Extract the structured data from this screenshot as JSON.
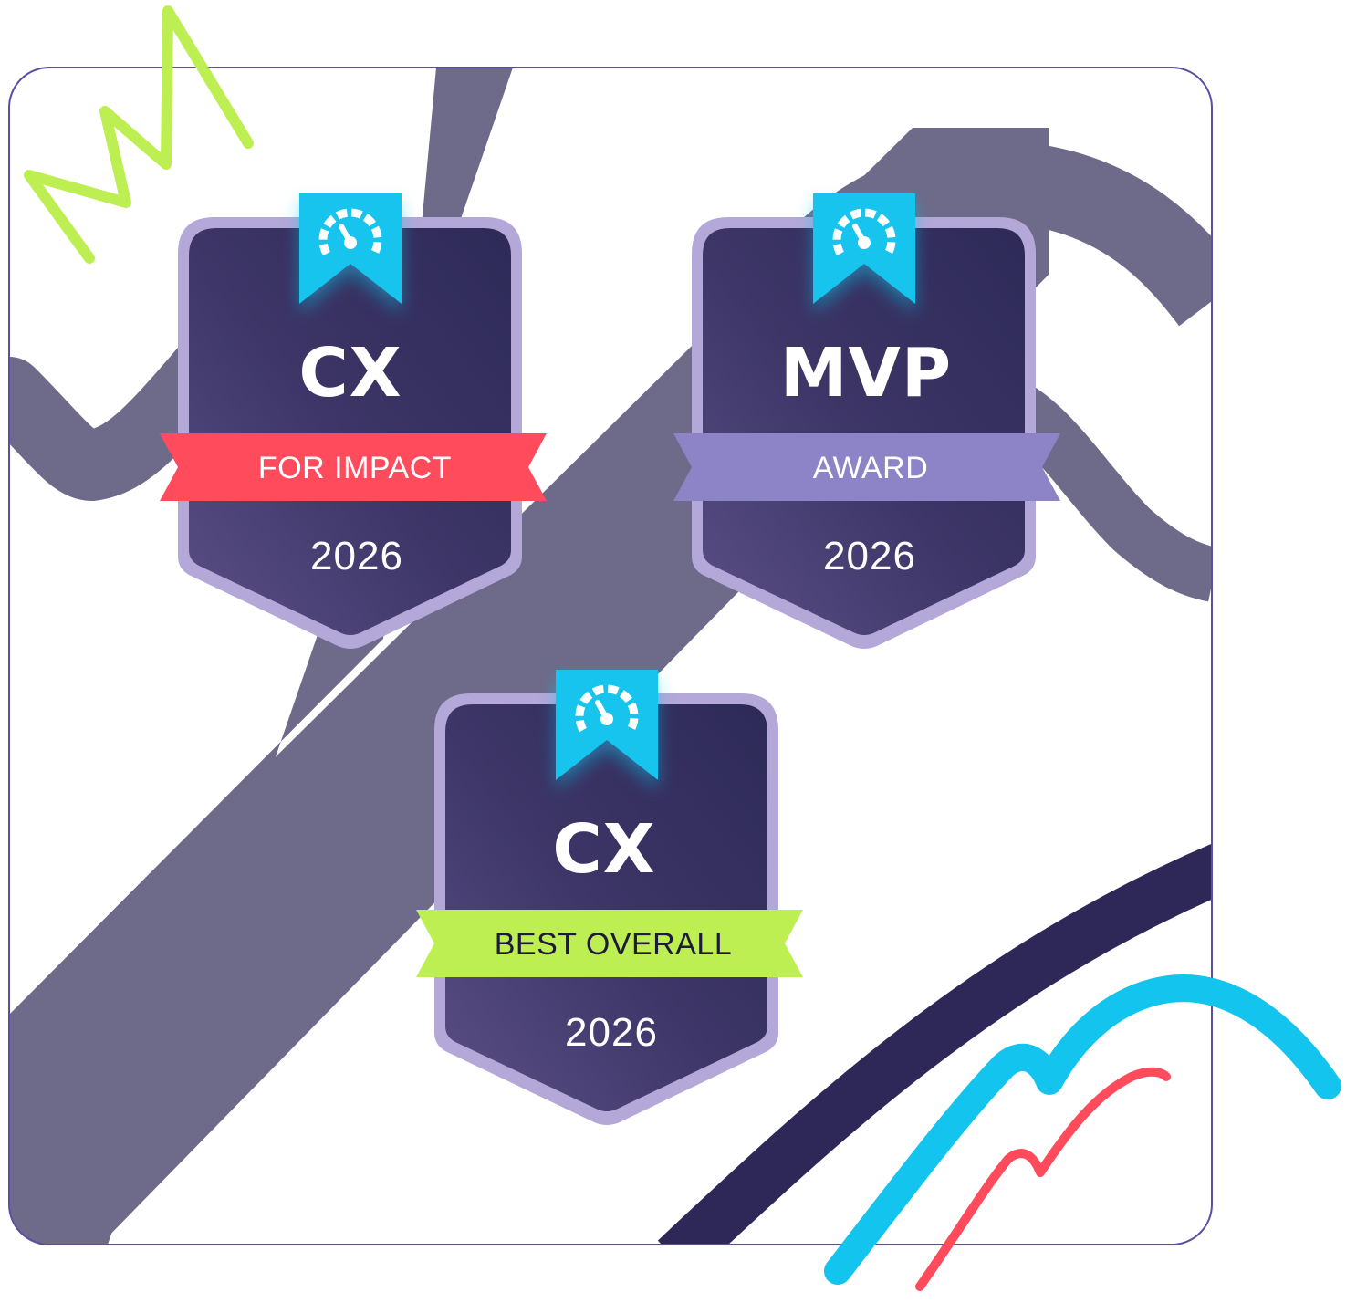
{
  "badges": [
    {
      "title": "CX",
      "ribbon": "FOR IMPACT",
      "year": "2026"
    },
    {
      "title": "MVP",
      "ribbon": "AWARD",
      "year": "2026"
    },
    {
      "title": "CX",
      "ribbon": "BEST OVERALL",
      "year": "2026"
    }
  ],
  "ribbon_colors": [
    "#FF4B5C",
    "#8C84C6",
    "#BDEE52"
  ],
  "ribbon_text_colors": [
    "#FFFFFF",
    "#FFFFFF",
    "#1E1B3A"
  ],
  "icon": "speedometer-icon",
  "colors": {
    "frame_border": "#5B4FA0",
    "band": "#6E6A89",
    "dark_curve": "#2E2858",
    "badge_fill": "#3A3463",
    "badge_border": "#B3A8D8",
    "tag_blue": "#13C4EE",
    "doodle_green": "#BDEE52",
    "doodle_blue": "#13C4EE",
    "doodle_red": "#FF4B5C"
  }
}
